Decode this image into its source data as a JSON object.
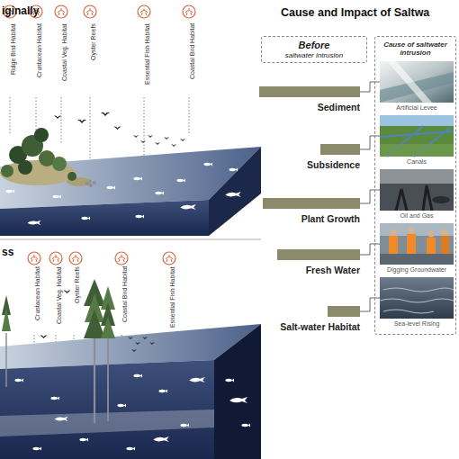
{
  "diagram": {
    "title": "Cause and Impact of Saltwa",
    "nodes": [
      {
        "text": [
          "Before",
          "saltwater intrusion"
        ]
      },
      {
        "text": [
          "Sediment"
        ]
      },
      {
        "text": [
          "Subsidence"
        ]
      },
      {
        "text": [
          "Plant Growth"
        ]
      },
      {
        "text": [
          "Fresh Water"
        ]
      },
      {
        "text": [
          "Salt-water Habitat"
        ]
      },
      {
        "text": [
          "Cause of saltwater intrusion"
        ]
      },
      {
        "text": [
          "Artificial Levee"
        ],
        "in": 6
      },
      {
        "text": [
          "Canals"
        ],
        "in": 6
      },
      {
        "text": [
          "Oil and Gas"
        ],
        "in": 6
      },
      {
        "text": [
          "Digging Groundwater"
        ],
        "in": 6
      },
      {
        "text": [
          "Sea-level Rising"
        ],
        "in": 6
      }
    ],
    "edges": [
      {
        "from": 1,
        "to": 7,
        "arrow": "none"
      },
      {
        "from": 2,
        "to": 8,
        "arrow": "none"
      },
      {
        "from": 3,
        "to": 9,
        "arrow": "none"
      },
      {
        "from": 4,
        "to": 10,
        "arrow": "none"
      },
      {
        "from": 5,
        "to": 11,
        "arrow": "none"
      }
    ],
    "labels": [
      "iginally",
      "Ridge Bird Habitat",
      "Crustacean Habitat",
      "Coastal Veg. Habitat",
      "Oyster Reefs",
      "Essential Fish Habitat",
      "Coastal Bird Habitat",
      "ss",
      "Crustacean Habitat",
      "Coastal Veg. Habitat",
      "Oyster Reefs",
      "Coastal Bird Habitat",
      "Essential Fish Habitat"
    ]
  }
}
